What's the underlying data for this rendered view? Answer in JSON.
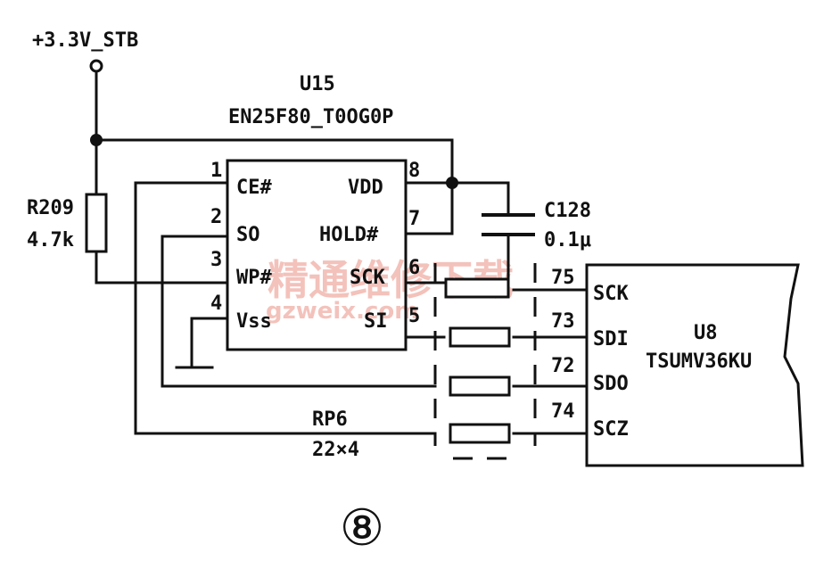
{
  "power": {
    "label": "+3.3V_STB"
  },
  "u15": {
    "ref": "U15",
    "part": "EN25F80_T0OG0P",
    "pins": [
      {
        "num": "1",
        "name": "CE#"
      },
      {
        "num": "2",
        "name": "SO"
      },
      {
        "num": "3",
        "name": "WP#"
      },
      {
        "num": "4",
        "name": "Vss"
      },
      {
        "num": "8",
        "name": "VDD"
      },
      {
        "num": "7",
        "name": "HOLD#"
      },
      {
        "num": "6",
        "name": "SCK"
      },
      {
        "num": "5",
        "name": "SI"
      }
    ]
  },
  "r209": {
    "ref": "R209",
    "value": "4.7k"
  },
  "c128": {
    "ref": "C128",
    "value": "0.1μ"
  },
  "rp6": {
    "ref": "RP6",
    "value": "22×4"
  },
  "u8": {
    "ref": "U8",
    "part": "TSUMV36KU",
    "pins": [
      {
        "num": "75",
        "name": "SCK"
      },
      {
        "num": "73",
        "name": "SDI"
      },
      {
        "num": "72",
        "name": "SDO"
      },
      {
        "num": "74",
        "name": "SCZ"
      }
    ]
  },
  "figure_number": "⑧",
  "watermark": {
    "cn": "精通维修下载",
    "url": "gzweix.com"
  }
}
